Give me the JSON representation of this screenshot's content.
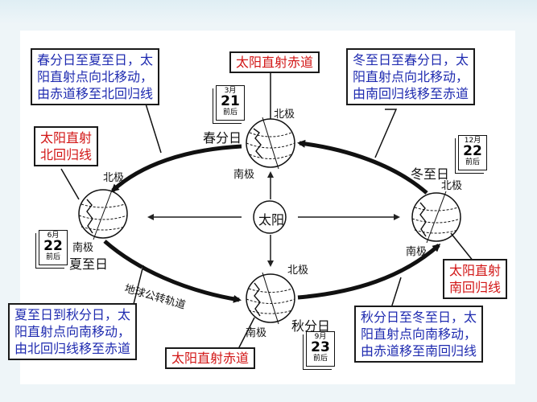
{
  "callouts": {
    "top_left": [
      "春分日至夏至日，太",
      "阳直射点向北移动，",
      "由赤道移至北回归线"
    ],
    "top_right": [
      "冬至日至春分日，太",
      "阳直射点向北移动，",
      "由南回归线移至赤道"
    ],
    "bottom_left": [
      "夏至日到秋分日，太",
      "阳直射点向南移动，",
      "由北回归线移至赤道"
    ],
    "bottom_right": [
      "秋分日至冬至日，太",
      "阳直射点向南移动，",
      "由赤道移至南回归线"
    ]
  },
  "red_labels": {
    "top_center": "太阳直射赤道",
    "left": [
      "太阳直射",
      "北回归线"
    ],
    "right": [
      "太阳直射",
      "南回归线"
    ],
    "bottom_center": "太阳直射赤道"
  },
  "sun_label": "太阳",
  "orbit_label": "地球公转轨道",
  "positions": {
    "spring": {
      "name": "春分日",
      "north": "北极",
      "south": "南极"
    },
    "summer": {
      "name": "夏至日",
      "north": "北极",
      "south": "南极"
    },
    "autumn": {
      "name": "秋分日",
      "north": "北极",
      "south": "南极"
    },
    "winter": {
      "name": "冬至日",
      "north": "北极",
      "south": "南极"
    }
  },
  "calendars": {
    "spring": {
      "month": "3月",
      "day": "21",
      "suffix": "前后"
    },
    "summer": {
      "month": "6月",
      "day": "22",
      "suffix": "前后"
    },
    "autumn": {
      "month": "9月",
      "day": "23",
      "suffix": "前后"
    },
    "winter": {
      "month": "12月",
      "day": "22",
      "suffix": "前后"
    }
  }
}
